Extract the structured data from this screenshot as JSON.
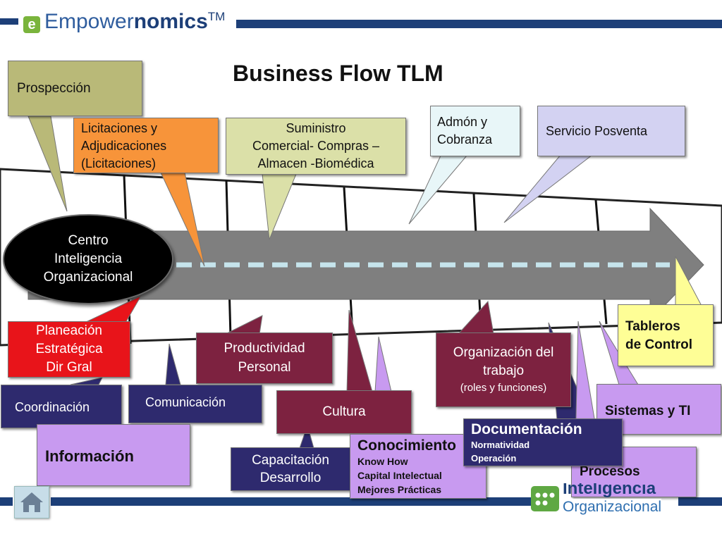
{
  "header": {
    "logo_letter": "e",
    "logo_part1": "Empower",
    "logo_part2": "nomics",
    "logo_tm": "TM"
  },
  "title": "Business Flow TLM",
  "top_callouts": {
    "prospeccion": "Prospección",
    "licitaciones": [
      "Licitaciones y",
      "Adjudicaciones",
      "(Licitaciones)"
    ],
    "suministro": [
      "Suministro",
      "Comercial- Compras –",
      "Almacen -Biomédica"
    ],
    "admon": [
      "Admón y",
      "Cobranza"
    ],
    "servicio": "Servicio Posventa"
  },
  "centro": [
    "Centro",
    "Inteligencia",
    "Organizacional"
  ],
  "tableros": [
    "Tableros",
    "de Control"
  ],
  "bottom_callouts": {
    "planeacion": [
      "Planeación",
      "Estratégica",
      "Dir Gral"
    ],
    "productividad": [
      "Productividad",
      "Personal"
    ],
    "organizacion": [
      "Organización del",
      "trabajo",
      "(roles y funciones)"
    ],
    "coordinacion": "Coordinación",
    "comunicacion": "Comunicación",
    "cultura": "Cultura",
    "sistemas": "Sistemas y TI",
    "informacion": "Información",
    "capacitacion": [
      "Capacitación",
      "Desarrollo"
    ],
    "conocimiento": {
      "title": "Conocimiento",
      "lines": [
        "Know How",
        "Capital Intelectual",
        "Mejores Prácticas"
      ]
    },
    "documentacion": {
      "title": "Documentación",
      "lines": [
        "Normatividad",
        "Operación"
      ]
    },
    "procesos": "Procesos"
  },
  "footer_logo": {
    "line1": "Inteligencia",
    "line2": "Organizacional"
  },
  "colors": {
    "navy": "#2e2a6e",
    "crimson": "#7d2240",
    "red": "#e8141a",
    "orange": "#f7943a",
    "olive": "#b9b978",
    "khaki": "#dbe0a8",
    "light_cyan": "#e8f6f8",
    "lavender": "#d3d2f2",
    "violet": "#c89af0",
    "yellow": "#fefe96",
    "arrow_gray": "#7f7f7f",
    "dash_cyan": "#c6e4ec",
    "header_blue": "#1d3f78"
  }
}
